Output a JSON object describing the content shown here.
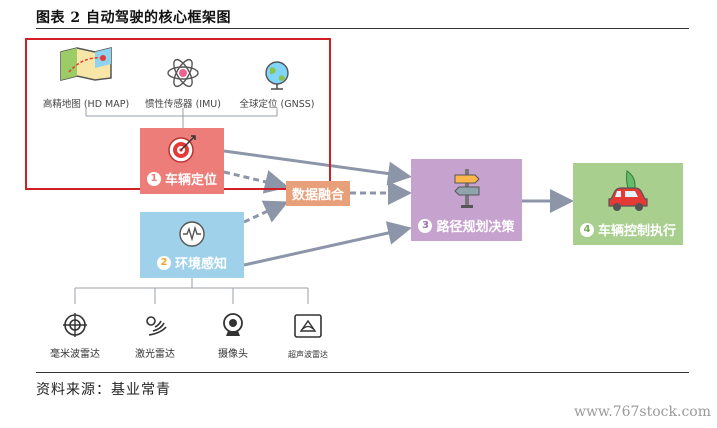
{
  "header": {
    "title": "图表 2  自动驾驶的核心框架图"
  },
  "footer": {
    "source": "资料来源：基业常青",
    "watermark": "www.767stock.com"
  },
  "inputs": {
    "map_label": "高精地图 (HD MAP)",
    "imu_label": "惯性传感器 (IMU)",
    "gnss_label": "全球定位 (GNSS)"
  },
  "nodes": {
    "positioning": {
      "num": "1",
      "label": "车辆定位",
      "color": "#ec7d78"
    },
    "perception": {
      "num": "2",
      "label": "环境感知",
      "color": "#9fd2ea"
    },
    "fusion": {
      "label": "数据融合",
      "color": "#e8a07a"
    },
    "planning": {
      "num": "3",
      "label": "路径规划决策",
      "color": "#c6a2cf"
    },
    "control": {
      "num": "4",
      "label": "车辆控制执行",
      "color": "#a8cf8e"
    }
  },
  "sensors": {
    "radar_label": "毫米波雷达",
    "lidar_label": "激光雷达",
    "camera_label": "摄像头",
    "ultrasonic_label": "超声波雷达"
  },
  "icons": [
    "map-icon",
    "atom-icon",
    "globe-icon",
    "target-icon",
    "waveform-icon",
    "signpost-icon",
    "car-icon",
    "radar-icon",
    "lidar-icon",
    "camera-icon",
    "ultrasonic-icon"
  ]
}
